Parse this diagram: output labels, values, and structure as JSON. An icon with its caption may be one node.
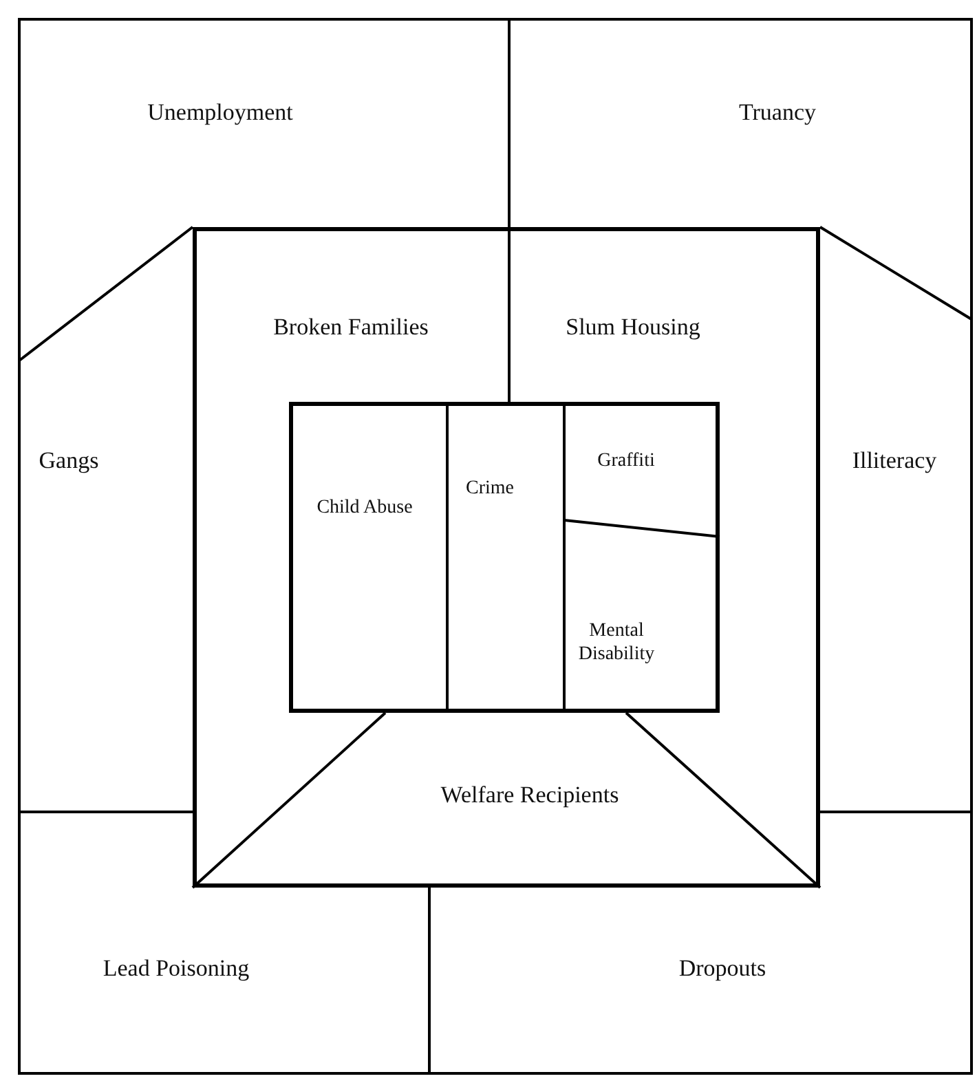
{
  "diagram": {
    "nodes": [
      {
        "text": [
          "Unemployment"
        ]
      },
      {
        "text": [
          "Truancy"
        ]
      },
      {
        "text": [
          "Gangs"
        ]
      },
      {
        "text": [],
        "shape": "box"
      },
      {
        "text": [
          "Broken Families"
        ],
        "in": 3
      },
      {
        "text": [
          "Slum Housing"
        ],
        "in": 3
      },
      {
        "text": [],
        "shape": "box",
        "in": 3
      },
      {
        "text": [
          "Child Abuse"
        ],
        "in": 6
      },
      {
        "text": [
          "Crime"
        ],
        "in": 6
      },
      {
        "text": [
          "Graffiti"
        ],
        "in": 6
      },
      {
        "text": [
          "Mental Disability"
        ],
        "in": 6
      },
      {
        "text": [
          "Welfare Recipients"
        ],
        "in": 3
      },
      {
        "text": [
          "Illiteracy"
        ]
      },
      {
        "text": [
          "Lead Poisoning"
        ]
      },
      {
        "text": [
          "Dropouts"
        ]
      }
    ]
  }
}
